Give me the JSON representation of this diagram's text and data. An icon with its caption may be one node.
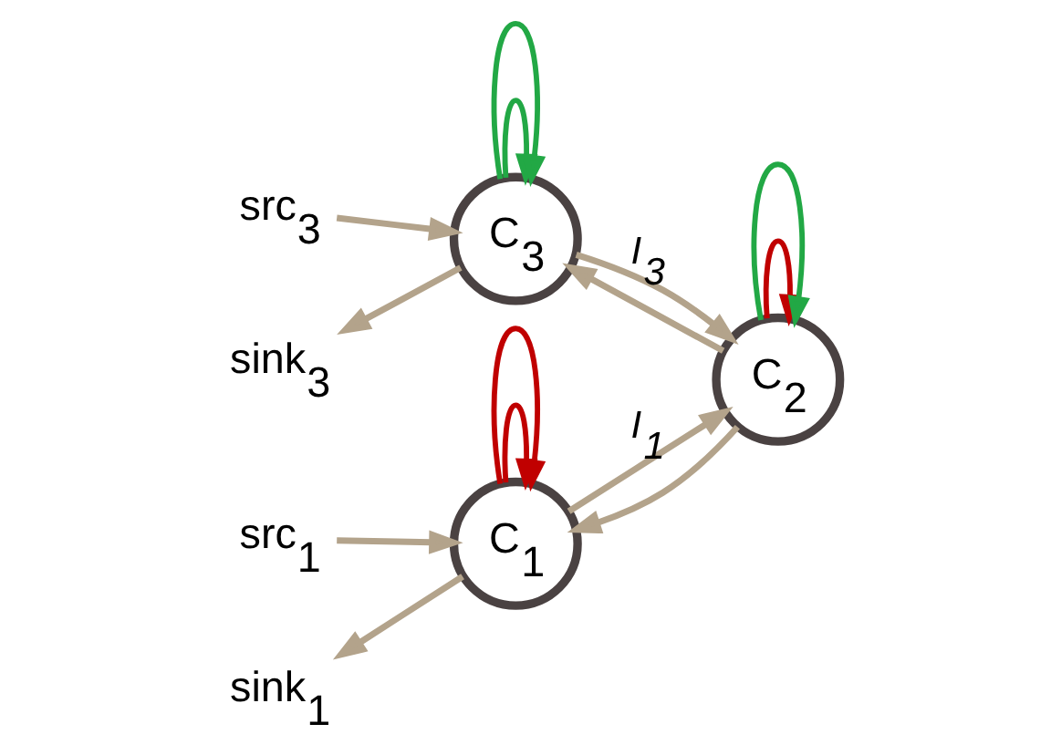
{
  "diagram": {
    "nodes": [
      {
        "text": [
          "C$_{1}$"
        ]
      },
      {
        "text": [
          "C$_{2}$"
        ]
      },
      {
        "text": [
          "C$_{3}$"
        ]
      },
      {
        "text": [
          "src$_{1}$"
        ]
      },
      {
        "text": [
          "sink$_{1}$"
        ]
      },
      {
        "text": [
          "src$_{3}$"
        ]
      },
      {
        "text": [
          "sink$_{3}$"
        ]
      }
    ],
    "edges": [
      {
        "from": 3,
        "to": 0,
        "arrow": "to"
      },
      {
        "from": 0,
        "to": 4,
        "arrow": "to"
      },
      {
        "from": 0,
        "to": 1,
        "arrow": "to",
        "label": "I$_{1}$"
      },
      {
        "from": 1,
        "to": 0,
        "arrow": "to"
      },
      {
        "from": 1,
        "to": 2,
        "arrow": "to"
      },
      {
        "from": 2,
        "to": 1,
        "arrow": "to",
        "label": "I$_{3}$"
      },
      {
        "from": 5,
        "to": 2,
        "arrow": "to"
      },
      {
        "from": 2,
        "to": 6,
        "arrow": "to"
      },
      {
        "from": 0,
        "to": 0,
        "arrow": "to",
        "color": "#c00000"
      },
      {
        "from": 0,
        "to": 0,
        "arrow": "to",
        "color": "#c00000"
      },
      {
        "from": 1,
        "to": 1,
        "arrow": "to",
        "color": "#c00000"
      },
      {
        "from": 1,
        "to": 1,
        "arrow": "to",
        "color": "#22a845"
      },
      {
        "from": 2,
        "to": 2,
        "arrow": "to",
        "color": "#22a845"
      },
      {
        "from": 2,
        "to": 2,
        "arrow": "to",
        "color": "#22a845"
      }
    ]
  }
}
